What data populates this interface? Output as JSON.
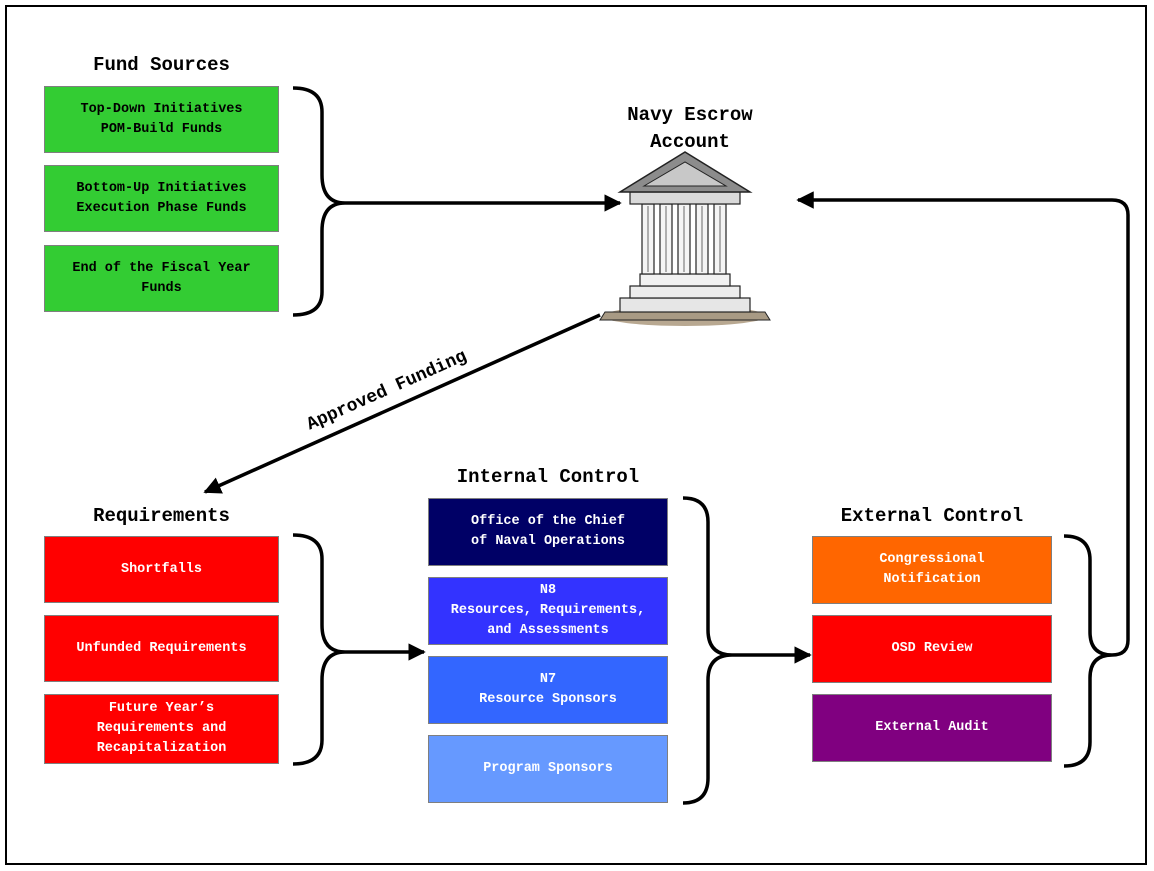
{
  "fund_sources": {
    "title": "Fund Sources",
    "items": [
      "Top-Down Initiatives\nPOM-Build Funds",
      "Bottom-Up Initiatives\nExecution Phase Funds",
      "End of the Fiscal Year\nFunds"
    ]
  },
  "escrow": {
    "title": "Navy Escrow\nAccount",
    "icon": "bank-building-icon"
  },
  "funding_arrow": {
    "label": "Approved Funding"
  },
  "requirements": {
    "title": "Requirements",
    "items": [
      "Shortfalls",
      "Unfunded Requirements",
      "Future Year’s\nRequirements and\nRecapitalization"
    ]
  },
  "internal_control": {
    "title": "Internal Control",
    "items": [
      {
        "label": "Office of the Chief\nof Naval Operations",
        "color": "#000066"
      },
      {
        "label": "N8\nResources, Requirements,\nand Assessments",
        "color": "#3333ff"
      },
      {
        "label": "N7\nResource Sponsors",
        "color": "#3366ff"
      },
      {
        "label": "Program Sponsors",
        "color": "#6699ff"
      }
    ]
  },
  "external_control": {
    "title": "External Control",
    "items": [
      {
        "label": "Congressional\nNotification",
        "color": "#ff6600"
      },
      {
        "label": "OSD Review",
        "color": "#ff0000"
      },
      {
        "label": "External Audit",
        "color": "#800080"
      }
    ]
  },
  "colors": {
    "fund_box": "#33cc33",
    "requirement_box": "#ff0000",
    "line": "#000000"
  }
}
